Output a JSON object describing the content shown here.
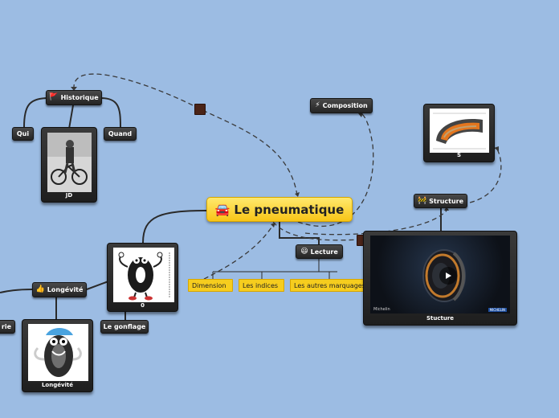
{
  "central": {
    "icon": "🚘",
    "title": "Le pneumatique"
  },
  "nodes": {
    "historique": {
      "icon": "🚩",
      "label": "Historique"
    },
    "qui": {
      "label": "Qui"
    },
    "quand": {
      "label": "Quand"
    },
    "composition": {
      "icon": "⚡",
      "label": "Composition"
    },
    "structure": {
      "icon": "🚧",
      "label": "Structure"
    },
    "lecture": {
      "icon": "😃",
      "label": "Lecture"
    },
    "longevite": {
      "icon": "👍",
      "label": "Longévité"
    },
    "gonflage": {
      "label": "Le gonflage"
    },
    "left_cut": {
      "label": "rie"
    }
  },
  "tags": {
    "dimension": "Dimension",
    "indices": "Les indices",
    "marquages": "Les autres marquages"
  },
  "cards": {
    "jd": {
      "caption": "JD",
      "image": "cyclist-photo"
    },
    "tire_s": {
      "caption": "S",
      "image": "tire-cross-section"
    },
    "zero": {
      "caption": "0",
      "image": "tire-mascot",
      "side_text": "illustration-tire-caricature"
    },
    "longevite": {
      "caption": "Longévité",
      "image": "tire-mascot-blue"
    },
    "video": {
      "caption": "Stucture",
      "brand_left": "Michelin",
      "brand_right": "MICHELIN",
      "image": "tire-video-frame"
    }
  },
  "colors": {
    "background": "#9cbce3",
    "central": "#f8c516",
    "node": "#2e2e2e",
    "link_square": "#4a2418"
  }
}
